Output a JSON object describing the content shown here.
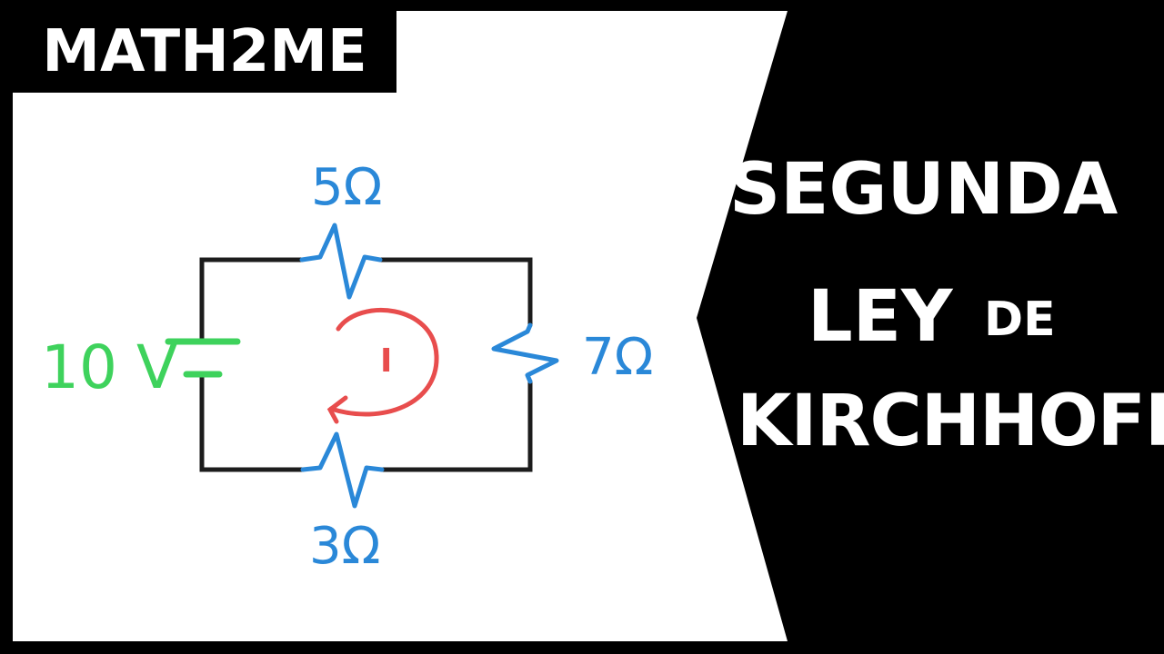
{
  "brand": {
    "name": "MATH2ME"
  },
  "title": {
    "line1": "SEGUNDA",
    "line2": "LEY",
    "line2_small": "DE",
    "line3": "KIRCHHOFF"
  },
  "circuit": {
    "source_label": "10 V",
    "r_top": "5Ω",
    "r_right": "7Ω",
    "r_bottom": "3Ω",
    "current_label": "I",
    "colors": {
      "wire": "#1c1c1c",
      "resistor": "#2a88d8",
      "source": "#3ed25c",
      "current": "#e84d4d"
    }
  }
}
